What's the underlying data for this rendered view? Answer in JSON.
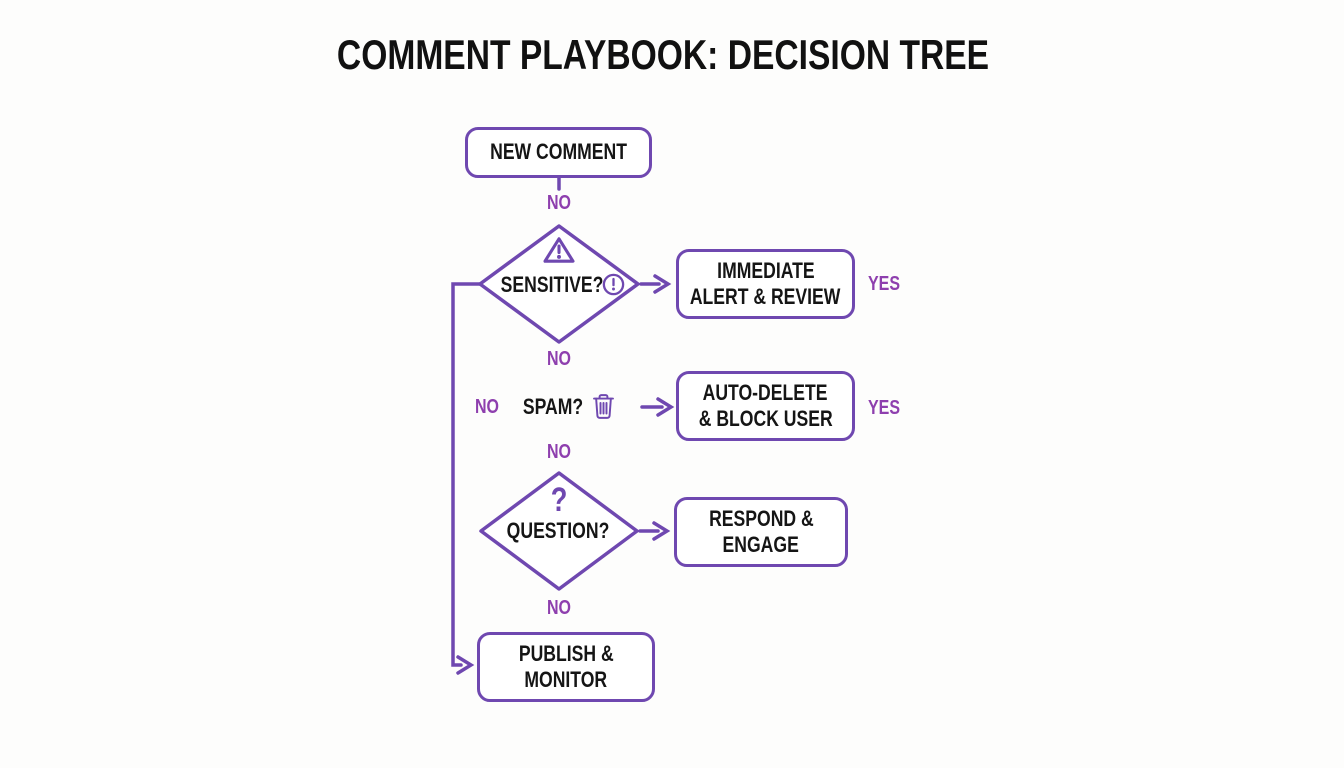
{
  "title": "COMMENT PLAYBOOK: DECISION TREE",
  "nodes": {
    "new_comment": {
      "label": "NEW COMMENT"
    },
    "sensitive": {
      "label": "SENSITIVE?"
    },
    "spam": {
      "label": "SPAM?"
    },
    "question": {
      "label": "QUESTION?"
    },
    "immediate_alert": {
      "line1": "IMMEDIATE",
      "line2": "ALERT & REVIEW"
    },
    "auto_delete": {
      "line1": "AUTO-DELETE",
      "line2": "& BLOCK USER"
    },
    "respond_engage": {
      "line1": "RESPOND &",
      "line2": "ENGAGE"
    },
    "publish_monitor": {
      "line1": "PUBLISH &",
      "line2": "MONITOR"
    }
  },
  "edge_labels": {
    "start_no": "NO",
    "sensitive_yes": "YES",
    "sensitive_no": "NO",
    "bypass_no": "NO",
    "spam_yes": "YES",
    "spam_no": "NO",
    "question_no": "NO"
  },
  "icons": {
    "warning_triangle": "triangle with exclamation mark",
    "alert_circle": "circled exclamation mark",
    "trash": "trash can outline",
    "question_mark_glyph": "?"
  },
  "colors": {
    "connector": "#6f48b0",
    "edge_label": "#8e3fae",
    "node_border": "#6f48b0",
    "node_text": "#151515",
    "title_text": "#111111",
    "background": "#fdfdfc"
  }
}
